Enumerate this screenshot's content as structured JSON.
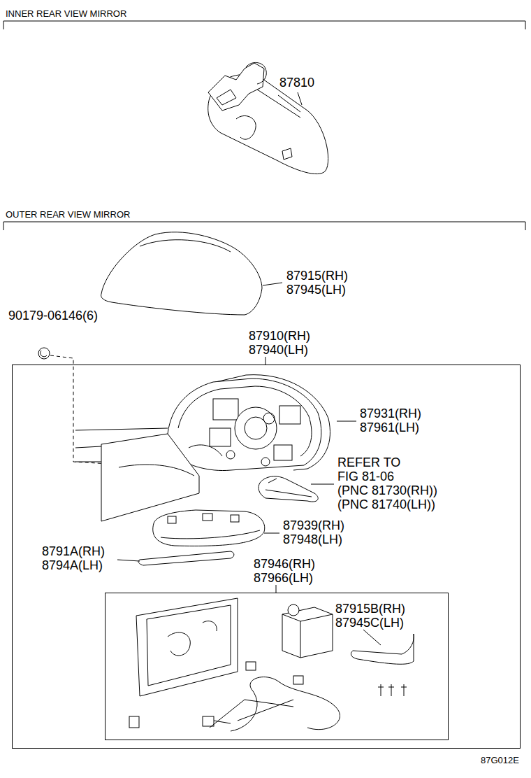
{
  "diagram": {
    "nodes": [
      {
        "text": [
          "87910(RH) 87940(LH)"
        ]
      },
      {
        "text": [
          "87946(RH) 87966(LH)"
        ],
        "in": 0
      }
    ],
    "edges": [],
    "labels": [
      "INNER REAR VIEW MIRROR",
      "87810",
      "OUTER REAR VIEW MIRROR",
      "87915(RH)",
      "87945(LH)",
      "90179-06146(6)",
      "87931(RH)",
      "87961(LH)",
      "REFER TO",
      "FIG 81-06",
      "(PNC 81730(RH))",
      "(PNC 81740(LH))",
      "87939(RH)",
      "87948(LH)",
      "8791A(RH)",
      "8794A(LH)",
      "87915B(RH)",
      "87945C(LH)",
      "87G012E"
    ]
  }
}
